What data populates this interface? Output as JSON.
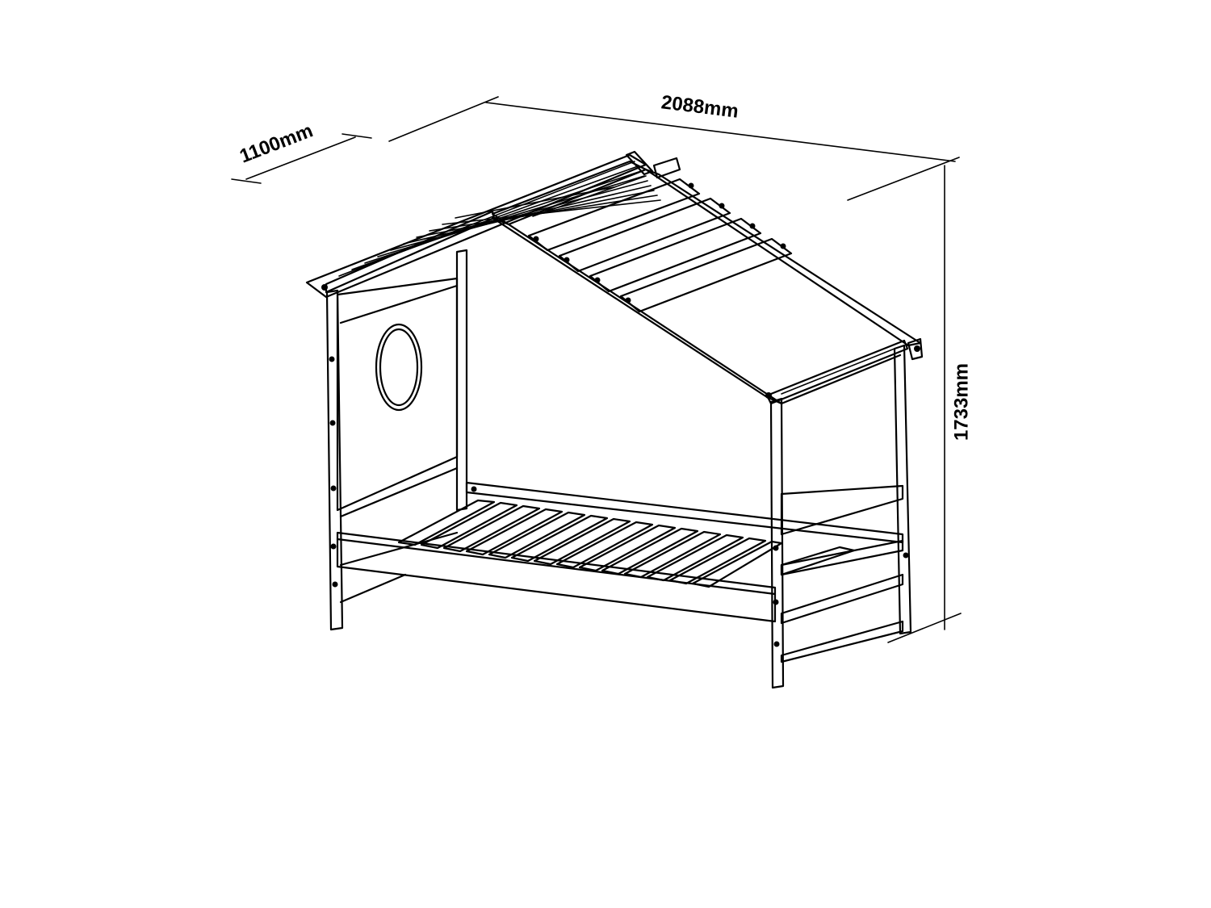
{
  "dimensions": {
    "width": "2088mm",
    "depth": "1100mm",
    "height": "1733mm"
  },
  "colors": {
    "line": "#000000",
    "background": "#ffffff"
  }
}
